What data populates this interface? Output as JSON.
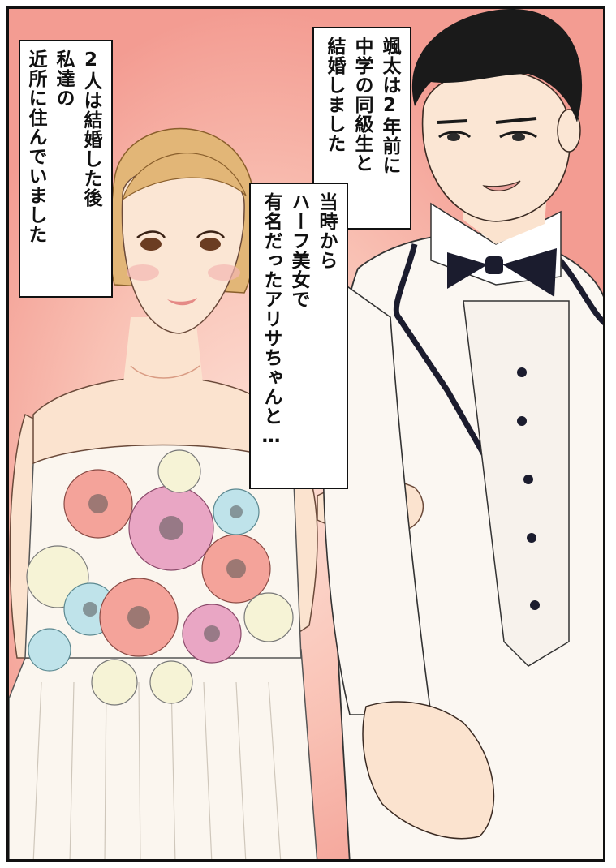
{
  "captions": {
    "left": {
      "lines": [
        "2人は結婚した後",
        "私達の",
        "近所に住んでいました"
      ]
    },
    "top_right": {
      "lines": [
        "颯太は2年前に",
        "中学の同級生と",
        "結婚しました"
      ]
    },
    "middle": {
      "lines": [
        "当時から",
        "ハーフ美女で",
        "有名だったアリサちゃんと…"
      ]
    }
  },
  "colors": {
    "background": "#f4a69c",
    "background_glow": "#fbd2c8",
    "suit": "#fbf7f2",
    "trim": "#1b1c2e",
    "hair_bride": "#e2b677",
    "hair_groom": "#1a1a1a",
    "skin": "#fbe3cf"
  }
}
